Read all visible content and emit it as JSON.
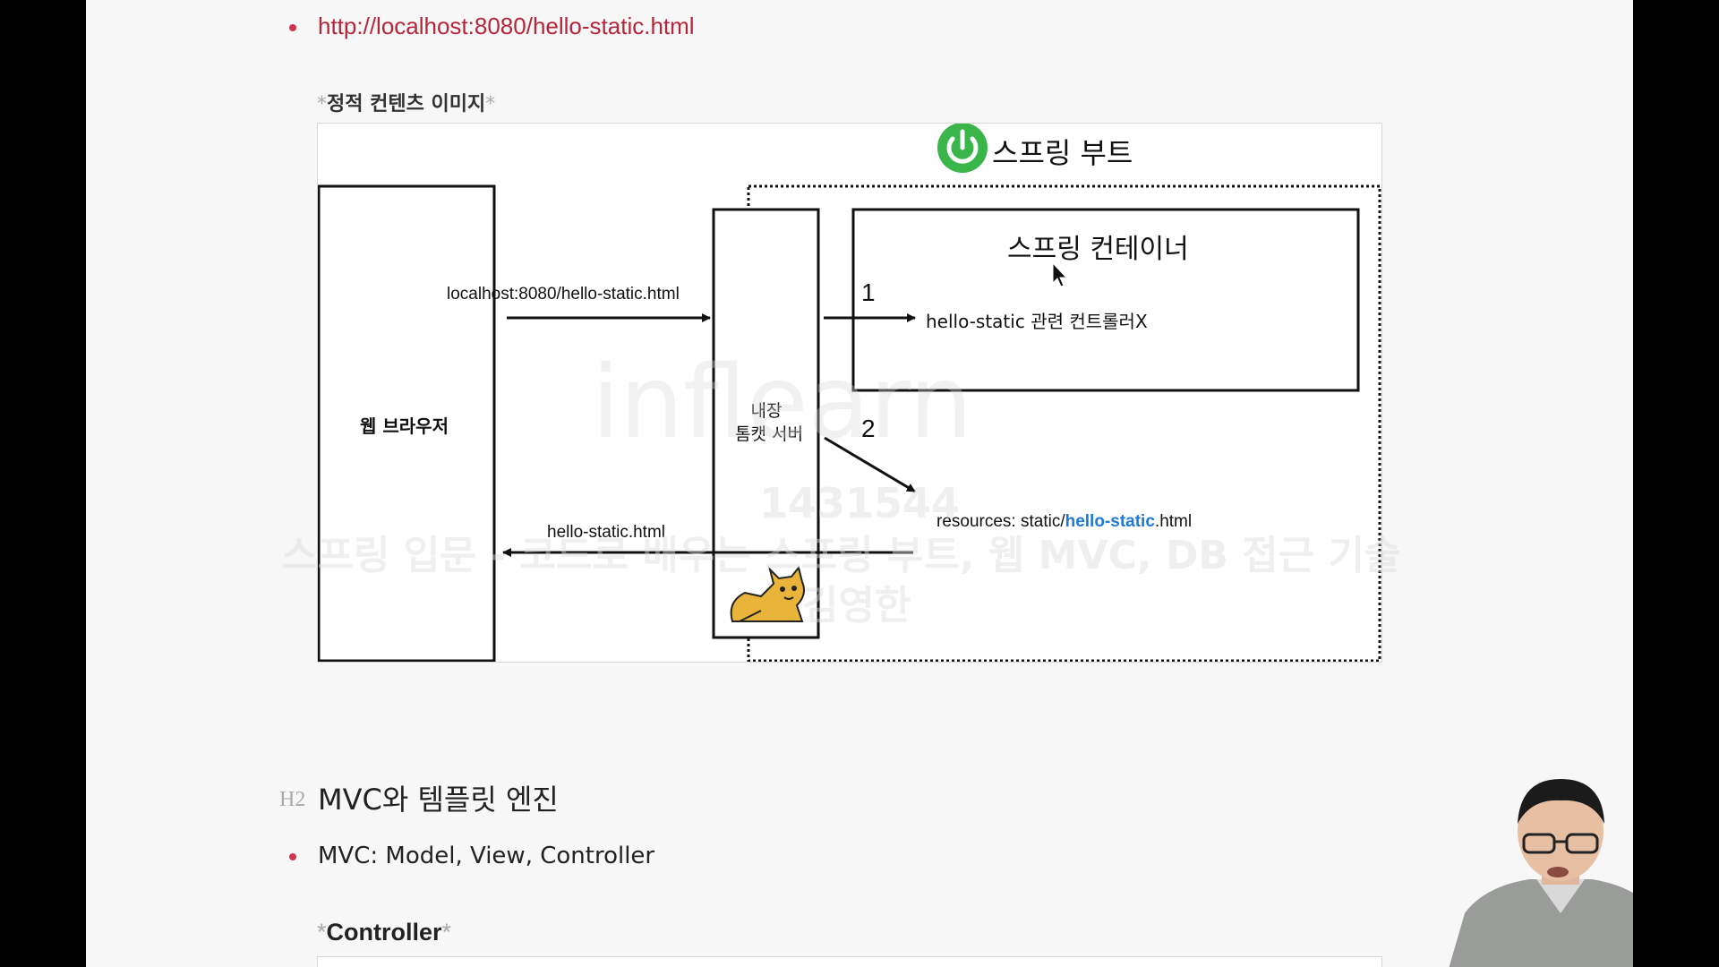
{
  "link": {
    "url": "http://localhost:8080/hello-static.html"
  },
  "caption": {
    "prefix": "*",
    "title": "정적 컨텐츠 이미지",
    "suffix": "*"
  },
  "diagram": {
    "spring_boot_label": "스프링 부트",
    "browser_label": "웹 브라우저",
    "request_url": "localhost:8080/hello-static.html",
    "tomcat_label_line1": "내장",
    "tomcat_label_line2": "톰캣 서버",
    "container_label": "스프링 컨테이너",
    "step1_number": "1",
    "step1_text": "hello-static 관련 컨트롤러X",
    "step2_number": "2",
    "resource_prefix": "resources: static/",
    "resource_highlight": "hello-static",
    "resource_suffix": ".html",
    "response_file": "hello-static.html",
    "colors": {
      "spring_green": "#3ab54a",
      "highlight_blue": "#1f7ad6"
    },
    "icons": [
      "spring-power-icon",
      "tomcat-cat-icon",
      "mouse-cursor-icon"
    ]
  },
  "watermark": {
    "brand": "inflearn",
    "id": "1431544",
    "course": "스프링 입문 - 코드로 배우는 스프링 부트, 웹 MVC, DB 접근 기술",
    "author": "김영한"
  },
  "section": {
    "marker": "H2",
    "heading": "MVC와 템플릿 엔진",
    "bullet_text": "MVC: Model, View, Controller",
    "controller_prefix": "*",
    "controller_title": "Controller",
    "controller_suffix": "*"
  },
  "colors": {
    "link": "#b5263b",
    "bullet": "#d0344e",
    "page_bg": "#f7f7f7"
  }
}
